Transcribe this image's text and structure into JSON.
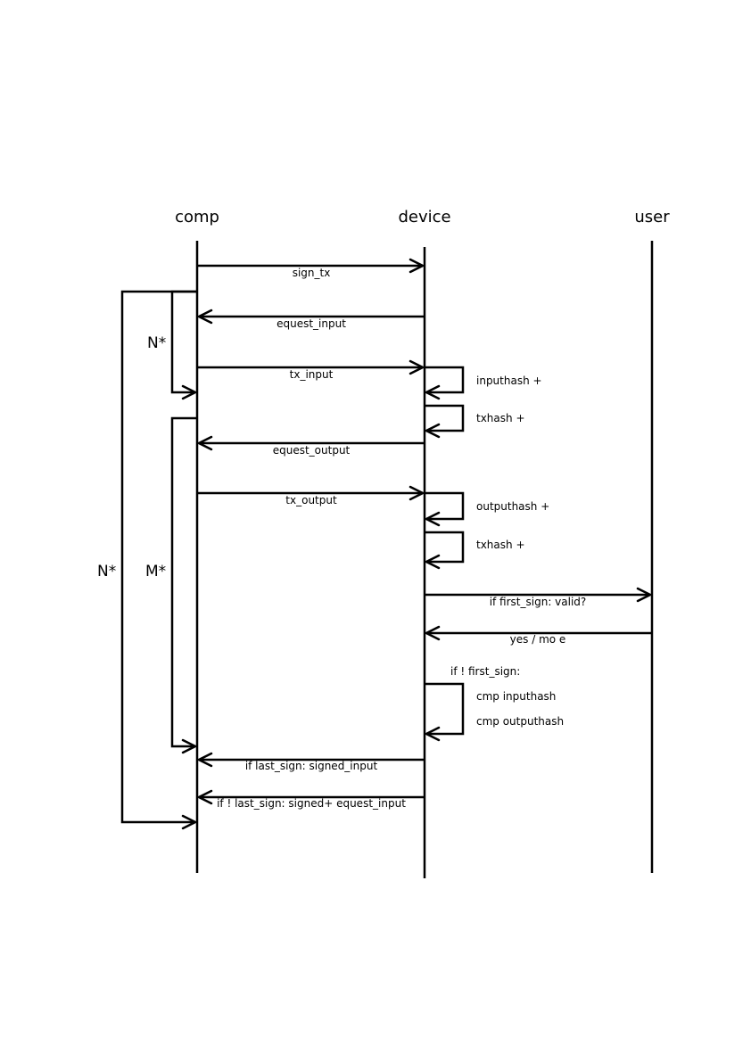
{
  "actors": {
    "comp": "comp",
    "device": "device",
    "user": "user"
  },
  "loops": {
    "outer": "N*",
    "input": "N*",
    "output": "M*"
  },
  "messages": {
    "sign_tx": "sign_tx",
    "request_input": "equest_input",
    "tx_input": "tx_input",
    "request_output": "equest_output",
    "tx_output": "tx_output",
    "confirm": "if first_sign: valid?",
    "reply": "yes / mo e",
    "signed_input": "if last_sign: signed_input",
    "signed_request": "if ! last_sign: signed+ equest_input"
  },
  "self_notes": {
    "inputhash": "inputhash +",
    "txhash_1": "txhash +",
    "outputhash": "outputhash +",
    "txhash_2": "txhash +",
    "cond": "if ! first_sign:",
    "cmp_in": "cmp inputhash",
    "cmp_out": "cmp outputhash"
  }
}
